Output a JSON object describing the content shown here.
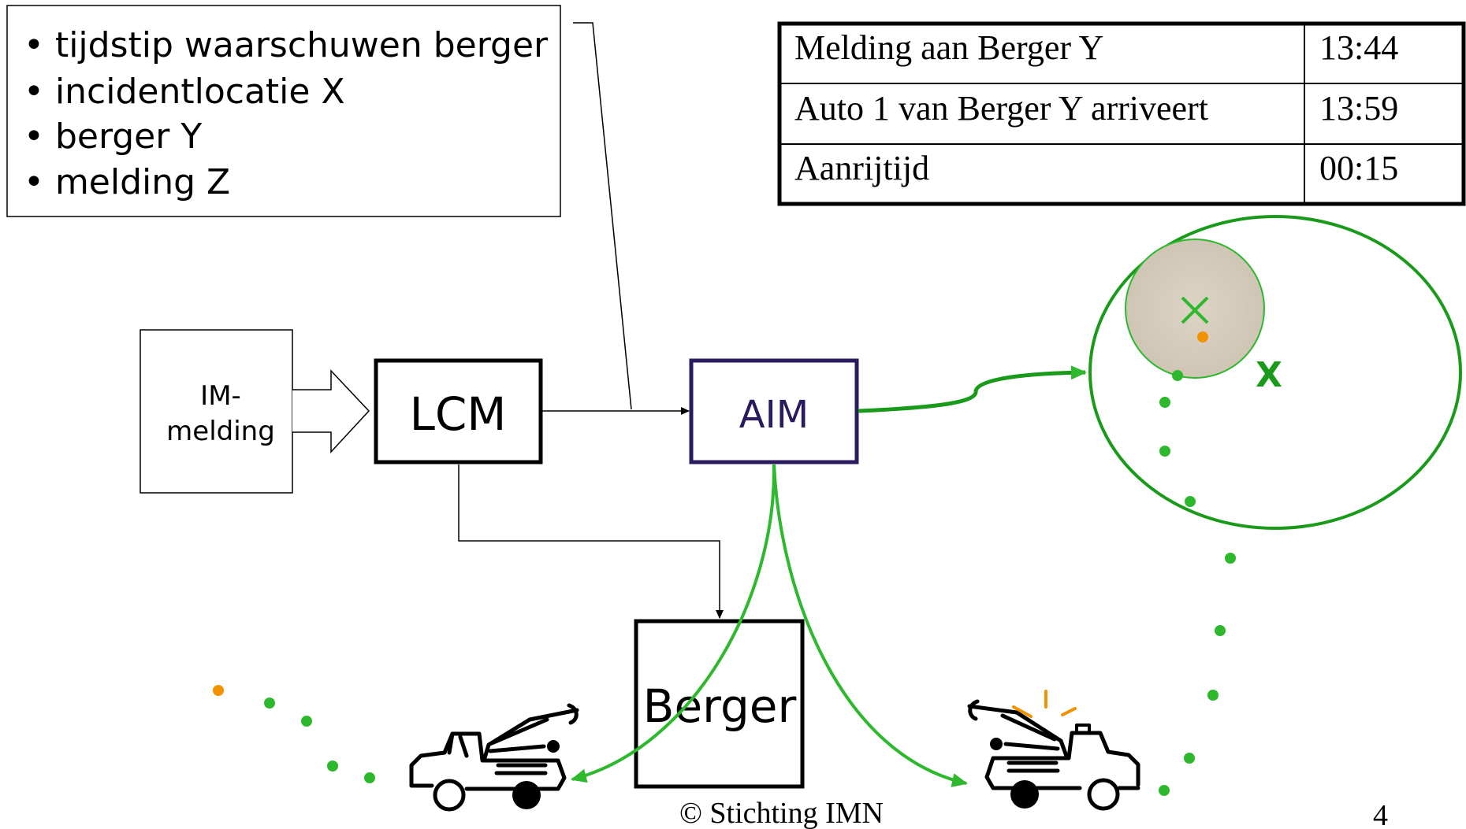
{
  "info_box": {
    "items": [
      "• tijdstip waarschuwen berger",
      "• incidentlocatie X",
      "• berger Y",
      "• melding Z"
    ]
  },
  "table": {
    "rows": [
      {
        "label": "Melding aan Berger Y",
        "value": "13:44"
      },
      {
        "label": "Auto 1 van Berger Y arriveert",
        "value": "13:59"
      },
      {
        "label": "Aanrijtijd",
        "value": "00:15"
      }
    ]
  },
  "nodes": {
    "im_melding_line1": "IM-",
    "im_melding_line2": "melding",
    "lcm": "LCM",
    "aim": "AIM",
    "berger": "Berger"
  },
  "incident_label": "X",
  "footer": {
    "copyright": "© Stichting IMN",
    "page_number": "4"
  },
  "colors": {
    "green": "#2db82d",
    "dark_green": "#1a9a1a",
    "orange": "#f39200",
    "aim_border": "#2a1a5e",
    "aim_text": "#2a1a5e",
    "sand": "#d8cfc0"
  },
  "icons": [
    "tow-truck-icon",
    "tow-truck-with-beacon-icon"
  ]
}
